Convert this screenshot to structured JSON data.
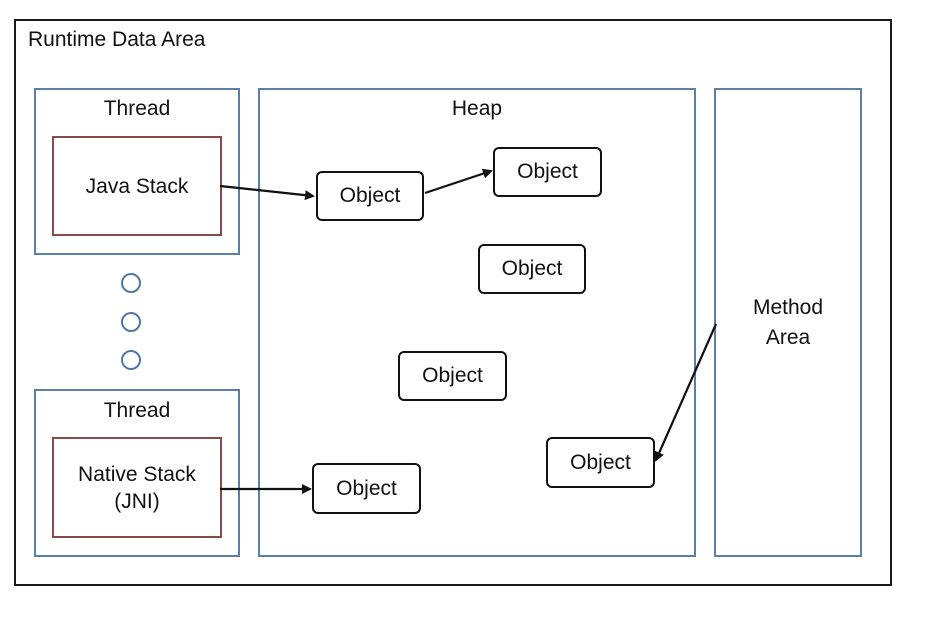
{
  "runtime_area": {
    "title": "Runtime Data Area"
  },
  "threads": [
    {
      "title": "Thread",
      "stack_lines": [
        "Java Stack"
      ]
    },
    {
      "title": "Thread",
      "stack_lines": [
        "Native Stack",
        "(JNI)"
      ]
    }
  ],
  "heap": {
    "title": "Heap",
    "objects": [
      "Object",
      "Object",
      "Object",
      "Object",
      "Object",
      "Object"
    ]
  },
  "method_area": {
    "title_lines": [
      "Method",
      "Area"
    ]
  },
  "colors": {
    "outer_border": "#1a1a1a",
    "panel_border": "#5b7fa6",
    "stack_border": "#8b4a4a",
    "dot_border": "#4f76a3"
  }
}
